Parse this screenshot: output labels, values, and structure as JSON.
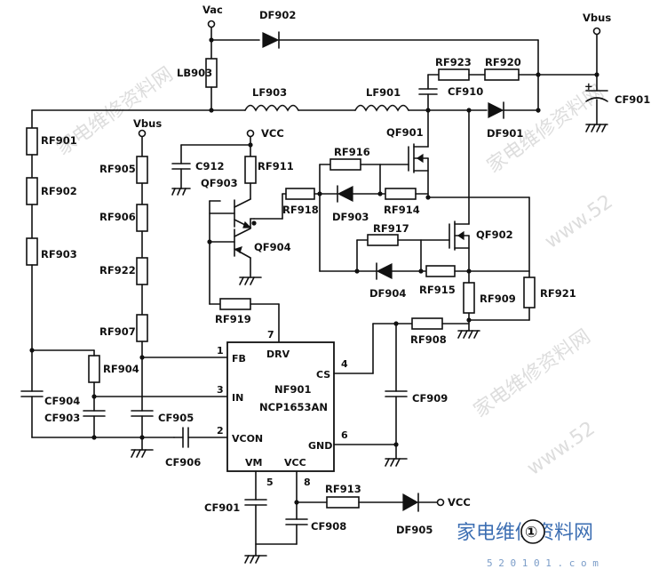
{
  "nets": {
    "vac": "Vac",
    "vbus_top": "Vbus",
    "vbus_left": "Vbus",
    "vcc_top": "VCC",
    "vcc_bottom": "VCC"
  },
  "ic": {
    "ref": "NF901",
    "part": "NCP1653AN",
    "pins": {
      "fb": {
        "num": "1",
        "name": "FB"
      },
      "vcon": {
        "num": "2",
        "name": "VCON"
      },
      "in": {
        "num": "3",
        "name": "IN"
      },
      "cs": {
        "num": "4",
        "name": "CS"
      },
      "vm": {
        "num": "5",
        "name": "VM"
      },
      "gnd": {
        "num": "6",
        "name": "GND"
      },
      "drv": {
        "num": "7",
        "name": "DRV"
      },
      "vcc": {
        "num": "8",
        "name": "VCC"
      }
    }
  },
  "components": {
    "df902": "DF902",
    "lb903": "LB903",
    "lf903": "LF903",
    "lf901": "LF901",
    "rf923": "RF923",
    "rf920": "RF920",
    "cf910": "CF910",
    "df901": "DF901",
    "cf901_bulk": "CF901",
    "qf901": "QF901",
    "rf916": "RF916",
    "rf911": "RF911",
    "c912": "C912",
    "qf903": "QF903",
    "qf904": "QF904",
    "rf918": "RF918",
    "df903": "DF903",
    "rf914": "RF914",
    "rf917": "RF917",
    "qf902": "QF902",
    "df904": "DF904",
    "rf915": "RF915",
    "rf909": "RF909",
    "rf921": "RF921",
    "rf908": "RF908",
    "cf909": "CF909",
    "rf901": "RF901",
    "rf902": "RF902",
    "rf903": "RF903",
    "rf905": "RF905",
    "rf906": "RF906",
    "rf922": "RF922",
    "rf907": "RF907",
    "rf904": "RF904",
    "rf919": "RF919",
    "cf904": "CF904",
    "cf903": "CF903",
    "cf905": "CF905",
    "cf906": "CF906",
    "cf901_vm": "CF901",
    "cf908": "CF908",
    "rf913": "RF913",
    "df905": "DF905"
  },
  "polarity_mark": "+",
  "watermark": {
    "cn": "家电维修资料网",
    "url_partial": "www.52",
    "url_small": "5 2 0 1 0 1 . c o m"
  },
  "brand": {
    "text": "家电维修资料网",
    "circled": "①"
  },
  "colors": {
    "ink": "#111111",
    "watermark": "#bcbcbc",
    "brand": "#3d6fb3"
  }
}
